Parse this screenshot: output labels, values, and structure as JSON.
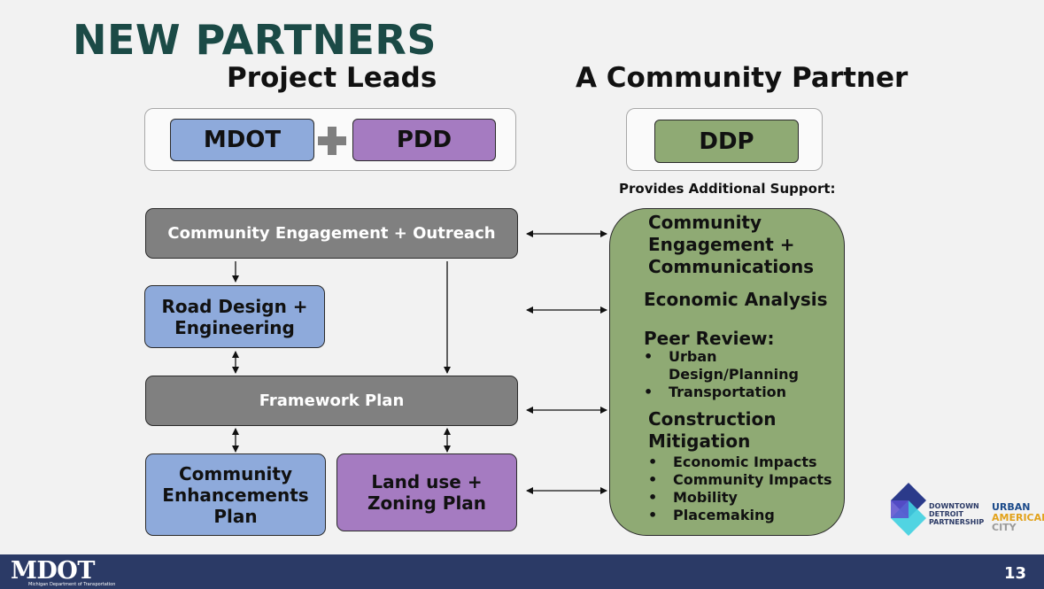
{
  "title": "NEW PARTNERS",
  "left_heading": "Project Leads",
  "right_heading": "A Community Partner",
  "leads": {
    "mdot": "MDOT",
    "plus": "+",
    "pdd": "PDD"
  },
  "partner": {
    "ddp": "DDP",
    "support_label": "Provides Additional Support:"
  },
  "nodes": {
    "engagement": "Community Engagement + Outreach",
    "road_design": "Road Design + Engineering",
    "framework": "Framework Plan",
    "enhancements": "Community Enhancements Plan",
    "land_use": "Land use + Zoning Plan"
  },
  "support": {
    "engagement": "Community Engagement + Communications",
    "economic": "Economic Analysis",
    "peer_review": "Peer Review:",
    "peer_items": [
      "Urban Design/Planning",
      "Transportation"
    ],
    "construction": "Construction Mitigation",
    "construction_items": [
      "Economic Impacts",
      "Community Impacts",
      "Mobility",
      "Placemaking"
    ]
  },
  "logos": {
    "ddp_lines": [
      "DOWNTOWN",
      "DETROIT",
      "PARTNERSHIP"
    ],
    "urban_lines": [
      "URBAN",
      "AMERICAN",
      "CITY"
    ]
  },
  "footer": {
    "mdot_logo": "MDOT",
    "mdot_sub": "Michigan Department of Transportation",
    "page_number": "13"
  },
  "colors": {
    "title": "#1b4a46",
    "blue": "#8eaadb",
    "purple": "#a57bc1",
    "green": "#8faa74",
    "gray": "#808080",
    "footer": "#2b3a66"
  }
}
